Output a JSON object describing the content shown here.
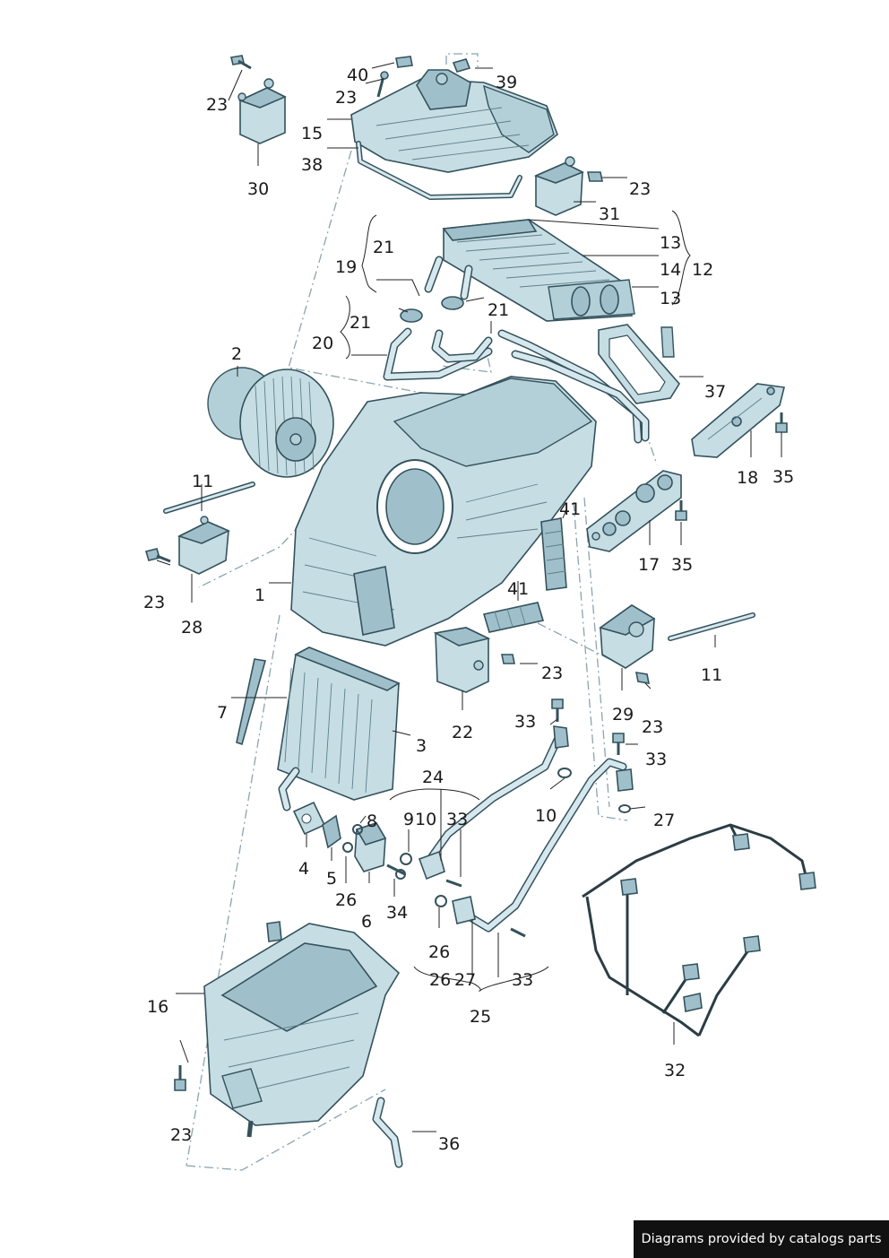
{
  "diagram": {
    "type": "exploded-parts-diagram",
    "callouts": [
      "1",
      "2",
      "3",
      "4",
      "5",
      "6",
      "7",
      "8",
      "9",
      "10",
      "11",
      "12",
      "13",
      "14",
      "15",
      "16",
      "17",
      "18",
      "19",
      "20",
      "21",
      "22",
      "23",
      "24",
      "25",
      "26",
      "27",
      "28",
      "29",
      "30",
      "31",
      "32",
      "33",
      "34",
      "35",
      "36",
      "37",
      "38",
      "39",
      "40",
      "41"
    ]
  },
  "footer": {
    "text": "Diagrams provided by catalogs parts"
  },
  "colors": {
    "part_fill": "#c6dde4",
    "part_outline": "#34525c",
    "footer_bg": "#111111",
    "footer_text": "#ffffff"
  }
}
